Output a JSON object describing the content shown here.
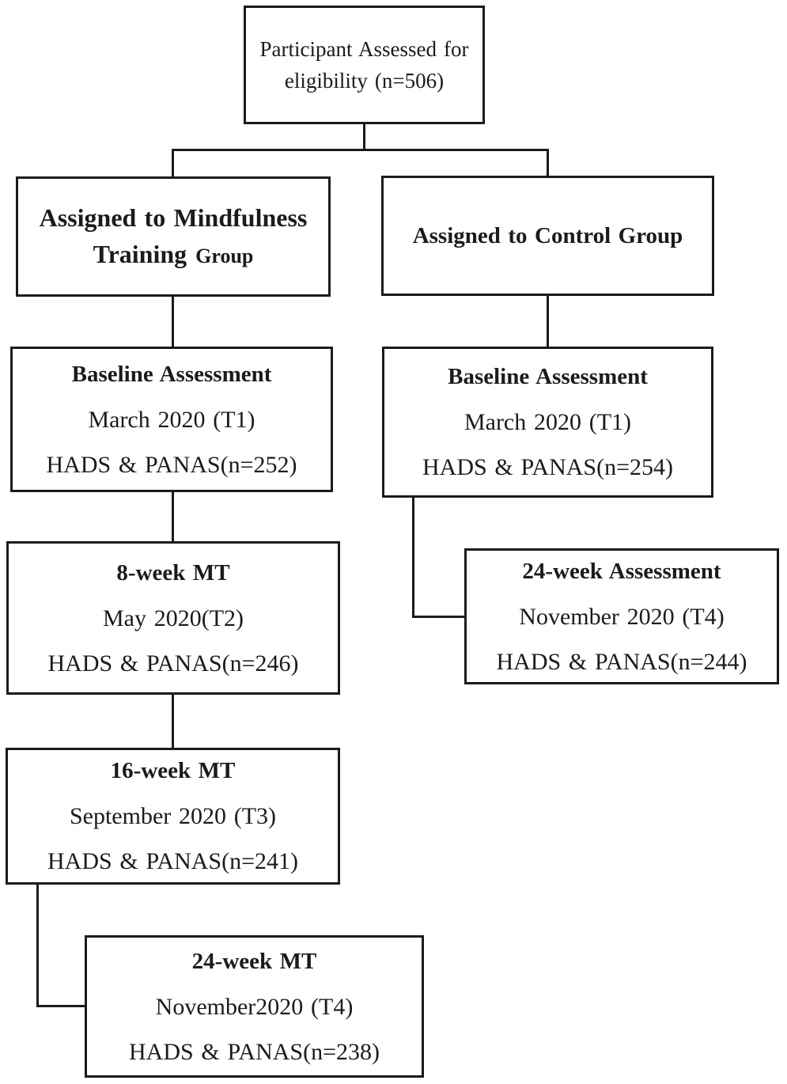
{
  "diagram_type": "study-flow-chart",
  "colors": {
    "line": "#1b1b1b",
    "background": "#ffffff",
    "text": "#1b1b1b"
  },
  "nodes": {
    "eligibility": {
      "line1": "Participant Assessed for",
      "line2": "eligibility (n=506)"
    },
    "mt_group": {
      "line1": "Assigned to Mindfulness",
      "line2_main": "Training",
      "line2_small": "Group"
    },
    "control_group": {
      "line1": "Assigned to Control Group"
    },
    "mt_baseline": {
      "title": "Baseline Assessment",
      "date": "March 2020 (T1)",
      "measure": "HADS & PANAS(n=252)"
    },
    "control_baseline": {
      "title": "Baseline Assessment",
      "date": "March 2020 (T1)",
      "measure": "HADS & PANAS(n=254)"
    },
    "mt_8week": {
      "title": "8-week MT",
      "date": "May 2020(T2)",
      "measure": "HADS & PANAS(n=246)"
    },
    "control_24week": {
      "title": "24-week Assessment",
      "date": "November 2020 (T4)",
      "measure": "HADS & PANAS(n=244)"
    },
    "mt_16week": {
      "title": "16-week MT",
      "date": "September 2020 (T3)",
      "measure": "HADS & PANAS(n=241)"
    },
    "mt_24week": {
      "title": "24-week MT",
      "date": "November2020 (T4)",
      "measure": "HADS & PANAS(n=238)"
    }
  },
  "edges": [
    {
      "from": "eligibility",
      "to": "mt_group"
    },
    {
      "from": "eligibility",
      "to": "control_group"
    },
    {
      "from": "mt_group",
      "to": "mt_baseline"
    },
    {
      "from": "control_group",
      "to": "control_baseline"
    },
    {
      "from": "mt_baseline",
      "to": "mt_8week"
    },
    {
      "from": "control_baseline",
      "to": "control_24week"
    },
    {
      "from": "mt_8week",
      "to": "mt_16week"
    },
    {
      "from": "mt_16week",
      "to": "mt_24week"
    }
  ]
}
